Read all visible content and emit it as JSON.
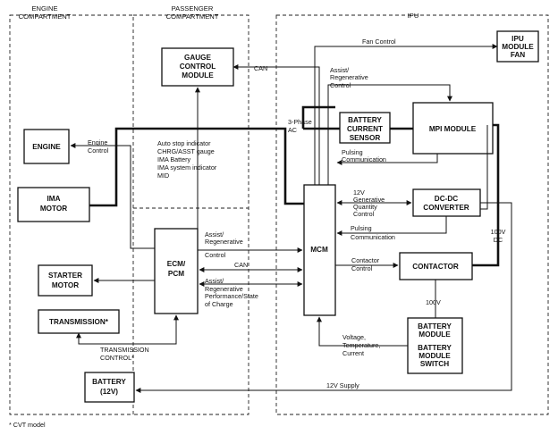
{
  "zones": {
    "engine": [
      "ENGINE",
      "COMPARTMENT"
    ],
    "passenger": [
      "PASSENGER",
      "COMPARTMENT"
    ],
    "ipu": "IPU"
  },
  "boxes": {
    "gauge": [
      "GAUGE",
      "CONTROL",
      "MODULE"
    ],
    "engine": "ENGINE",
    "ima_motor": [
      "IMA",
      "MOTOR"
    ],
    "ecm_pcm": [
      "ECM/",
      "PCM"
    ],
    "starter": [
      "STARTER",
      "MOTOR"
    ],
    "transmission": "TRANSMISSION*",
    "battery12": [
      "BATTERY",
      "(12V)"
    ],
    "ipu_fan": [
      "IPU",
      "MODULE",
      "FAN"
    ],
    "current_sensor": [
      "BATTERY",
      "CURRENT",
      "SENSOR"
    ],
    "mpi": "MPI MODULE",
    "mcm": "MCM",
    "dcdc": [
      "DC-DC",
      "CONVERTER"
    ],
    "contactor": "CONTACTOR",
    "battery_module": [
      "BATTERY",
      "MODULE",
      "BATTERY",
      "MODULE",
      "SWITCH"
    ]
  },
  "labels": {
    "can_top": "CAN",
    "engine_control": [
      "Engine",
      "Control"
    ],
    "indicators": [
      "Auto stop indicator",
      "CHRG/ASST gauge",
      "IMA Battery",
      "IMA system indicator",
      "MID"
    ],
    "three_phase": [
      "3-Phase",
      "AC"
    ],
    "fan_control": "Fan Control",
    "assist_regen_top": [
      "Assist/",
      "Regenerative",
      "Control"
    ],
    "pulsing_comm_1": [
      "Pulsing",
      "Communication"
    ],
    "gen_qty": [
      "12V",
      "Generative",
      "Quantity",
      "Control"
    ],
    "pulsing_comm_2": [
      "Pulsing",
      "Communication"
    ],
    "assist_regen_ecm": [
      "Assist/",
      "Regenerative",
      "Control"
    ],
    "can_mid": "CAN",
    "assist_perf": [
      "Assist/",
      "Regenerative",
      "Performance/State",
      "of Charge"
    ],
    "contactor_control": [
      "Contactor",
      "Control"
    ],
    "v100_dc": [
      "100V",
      "DC"
    ],
    "v100": "100V",
    "voltage_temp": [
      "Voltage,",
      "Temperature,",
      "Current"
    ],
    "trans_control": [
      "TRANSMISSION",
      "CONTROL*"
    ],
    "supply_12v": "12V Supply"
  },
  "footnote": "*  CVT model"
}
